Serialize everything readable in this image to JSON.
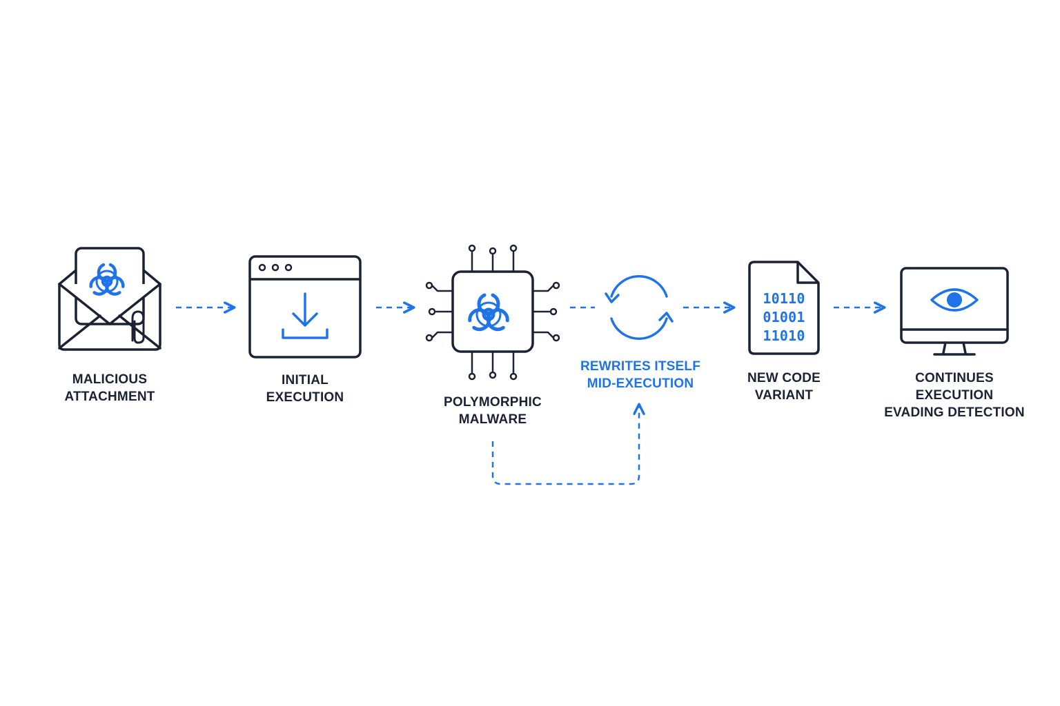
{
  "colors": {
    "ink": "#1a2233",
    "accent": "#1e73e8",
    "background": "#ffffff"
  },
  "steps": [
    {
      "icon": "email-attachment-biohazard-icon",
      "label_lines": [
        "MALICIOUS",
        "ATTACHMENT"
      ]
    },
    {
      "icon": "browser-download-icon",
      "label_lines": [
        "INITIAL",
        "EXECUTION"
      ]
    },
    {
      "icon": "chip-biohazard-icon",
      "label_lines": [
        "POLYMORPHIC",
        "MALWARE"
      ]
    },
    {
      "icon": "refresh-cycle-icon",
      "label_lines": [
        "REWRITES ITSELF",
        "MID-EXECUTION"
      ]
    },
    {
      "icon": "binary-file-icon",
      "label_lines": [
        "NEW CODE",
        "VARIANT"
      ]
    },
    {
      "icon": "monitor-eye-icon",
      "label_lines": [
        "CONTINUES",
        "EXECUTION",
        "EVADING DETECTION"
      ]
    }
  ],
  "binary_file": {
    "lines": [
      "10110",
      "01001",
      "11010"
    ]
  }
}
